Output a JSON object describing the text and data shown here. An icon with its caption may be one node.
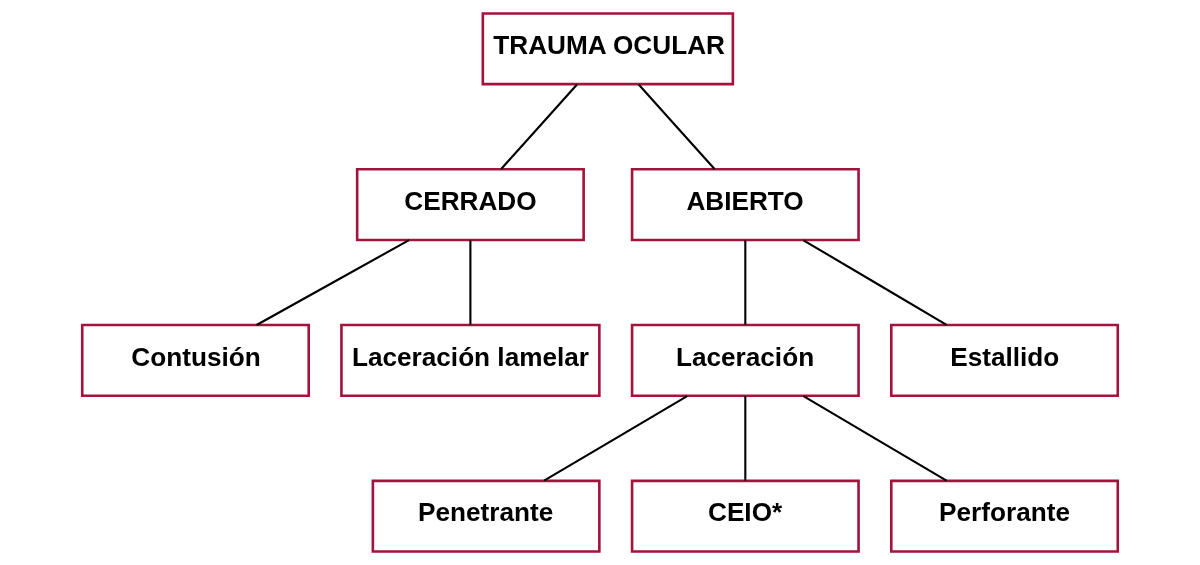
{
  "diagram": {
    "nodes": [
      {
        "text": [
          "TRAUMA OCULAR"
        ]
      },
      {
        "text": [
          "CERRADO"
        ]
      },
      {
        "text": [
          "ABIERTO"
        ]
      },
      {
        "text": [
          "Contusión"
        ]
      },
      {
        "text": [
          "Laceración lamelar"
        ]
      },
      {
        "text": [
          "Laceración"
        ]
      },
      {
        "text": [
          "Estallido"
        ]
      },
      {
        "text": [
          "Penetrante"
        ]
      },
      {
        "text": [
          "CEIO*"
        ]
      },
      {
        "text": [
          "Perforante"
        ]
      }
    ],
    "edges": [
      {
        "from": 0,
        "to": 1,
        "arrow": "none"
      },
      {
        "from": 0,
        "to": 2,
        "arrow": "none"
      },
      {
        "from": 1,
        "to": 3,
        "arrow": "none"
      },
      {
        "from": 1,
        "to": 4,
        "arrow": "none"
      },
      {
        "from": 2,
        "to": 5,
        "arrow": "none"
      },
      {
        "from": 2,
        "to": 6,
        "arrow": "none"
      },
      {
        "from": 5,
        "to": 7,
        "arrow": "none"
      },
      {
        "from": 5,
        "to": 8,
        "arrow": "none"
      },
      {
        "from": 5,
        "to": 9,
        "arrow": "none"
      }
    ]
  }
}
